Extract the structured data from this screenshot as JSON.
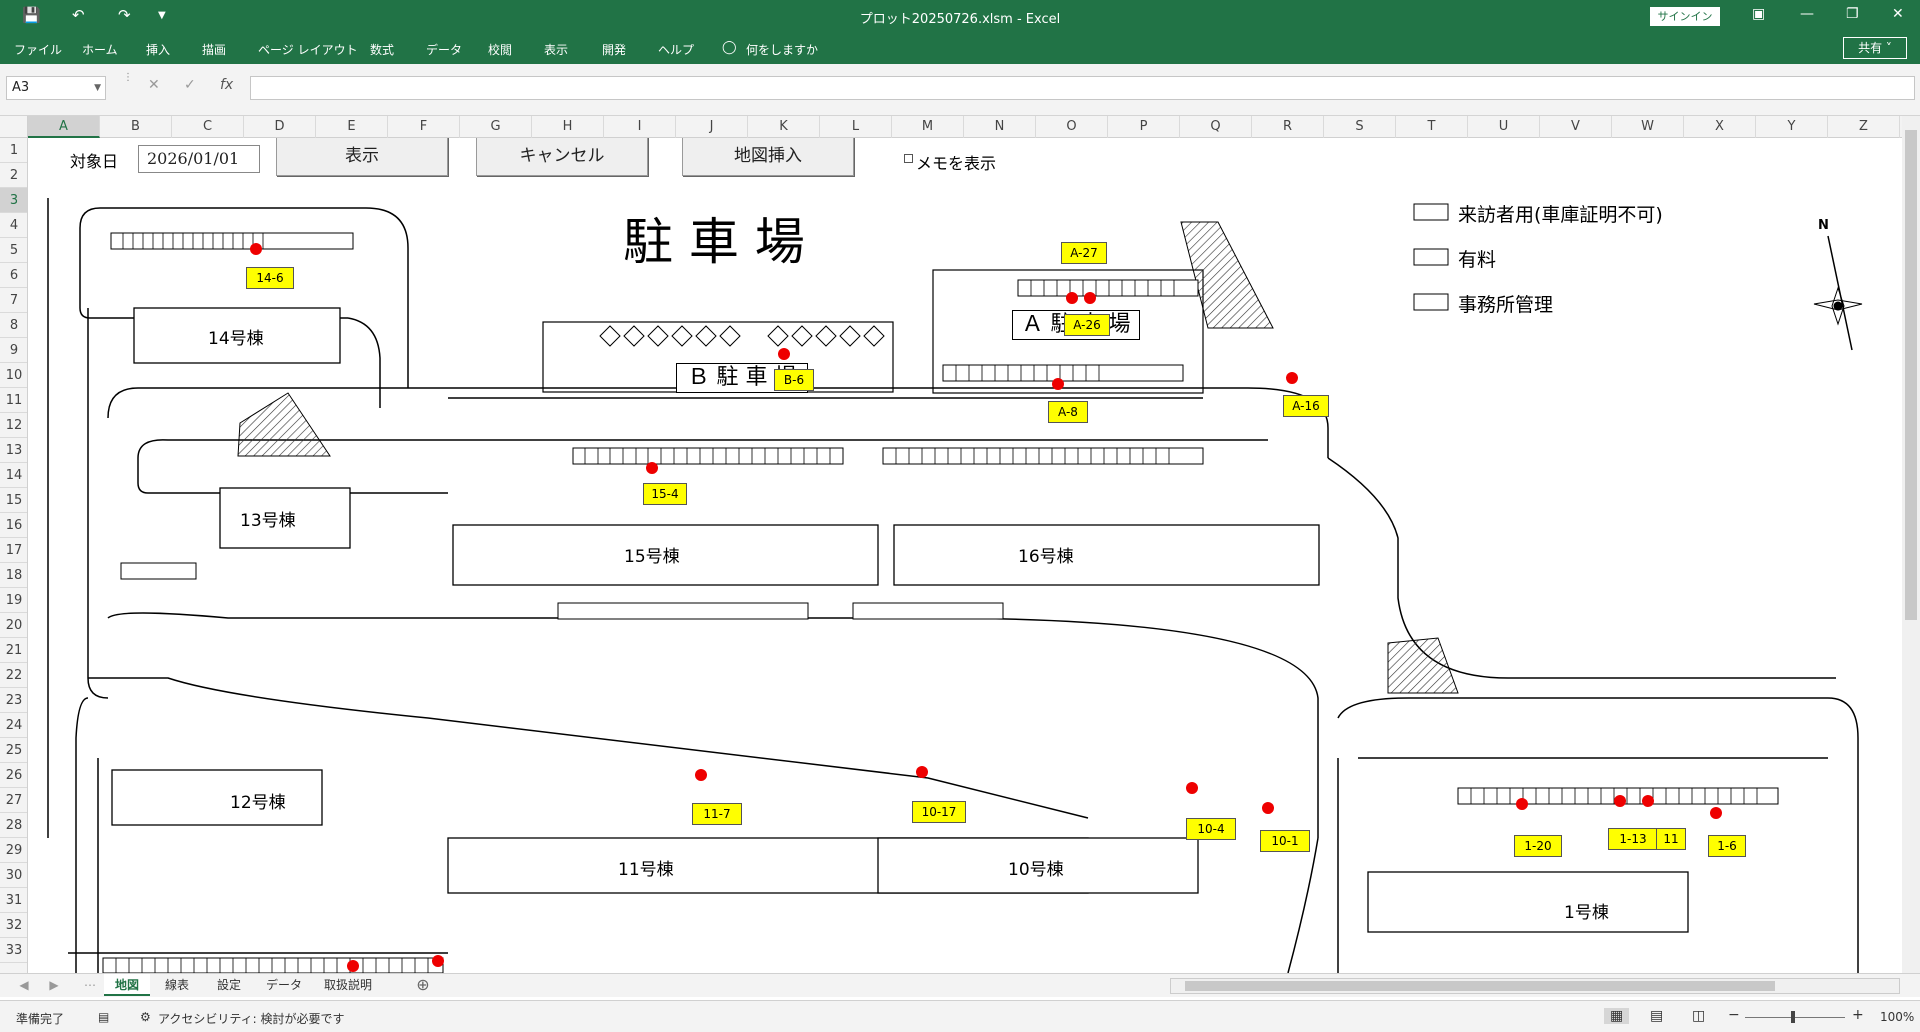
{
  "window": {
    "title": "プロット20250726.xlsm - Excel",
    "signin": "サインイン",
    "share": "共有"
  },
  "ribbon_tabs": [
    "ファイル",
    "ホーム",
    "挿入",
    "描画",
    "ページ レイアウト",
    "数式",
    "データ",
    "校閲",
    "表示",
    "開発",
    "ヘルプ",
    "何をしますか"
  ],
  "formula": {
    "namebox": "A3",
    "cancel": "✕",
    "enter": "✓",
    "fx": "fx",
    "content": ""
  },
  "columns": [
    "A",
    "B",
    "C",
    "D",
    "E",
    "F",
    "G",
    "H",
    "I",
    "J",
    "K",
    "L",
    "M",
    "N",
    "O",
    "P",
    "Q",
    "R",
    "S",
    "T",
    "U",
    "V",
    "W",
    "X",
    "Y",
    "Z"
  ],
  "rows": [
    "1",
    "2",
    "3",
    "4",
    "5",
    "6",
    "7",
    "8",
    "9",
    "10",
    "11",
    "12",
    "13",
    "14",
    "15",
    "16",
    "17",
    "18",
    "19",
    "20",
    "21",
    "22",
    "23",
    "24",
    "25",
    "26",
    "27",
    "28",
    "29",
    "30",
    "31",
    "32",
    "33"
  ],
  "selected": {
    "column": "A",
    "row": "3"
  },
  "controls": {
    "date_label": "対象日",
    "date_value": "2026/01/01",
    "show_button": "表示",
    "cancel_button": "キャンセル",
    "insert_map_button": "地図挿入",
    "memo_checkbox": "メモを表示"
  },
  "map": {
    "title": "駐 車 場",
    "lot_a": "Ａ 駐 車 場",
    "lot_b": "Ｂ 駐 車 場",
    "legend": [
      "来訪者用(車庫証明不可)",
      "有料",
      "事務所管理"
    ],
    "compass": "N",
    "buildings": [
      "14号棟",
      "13号棟",
      "15号棟",
      "16号棟",
      "12号棟",
      "11号棟",
      "10号棟",
      "1号棟"
    ],
    "tags": [
      "A-27",
      "A-26",
      "14-6",
      "B-6",
      "A-8",
      "A-16",
      "15-4",
      "11-7",
      "10-17",
      "10-4",
      "10-1",
      "1-20",
      "1-13",
      "11",
      "1-6"
    ]
  },
  "sheets": [
    "地図",
    "線表",
    "設定",
    "データ",
    "取扱説明"
  ],
  "active_sheet": "地図",
  "status": {
    "ready": "準備完了",
    "accessibility": "アクセシビリティ: 検討が必要です",
    "zoom": "100%"
  }
}
